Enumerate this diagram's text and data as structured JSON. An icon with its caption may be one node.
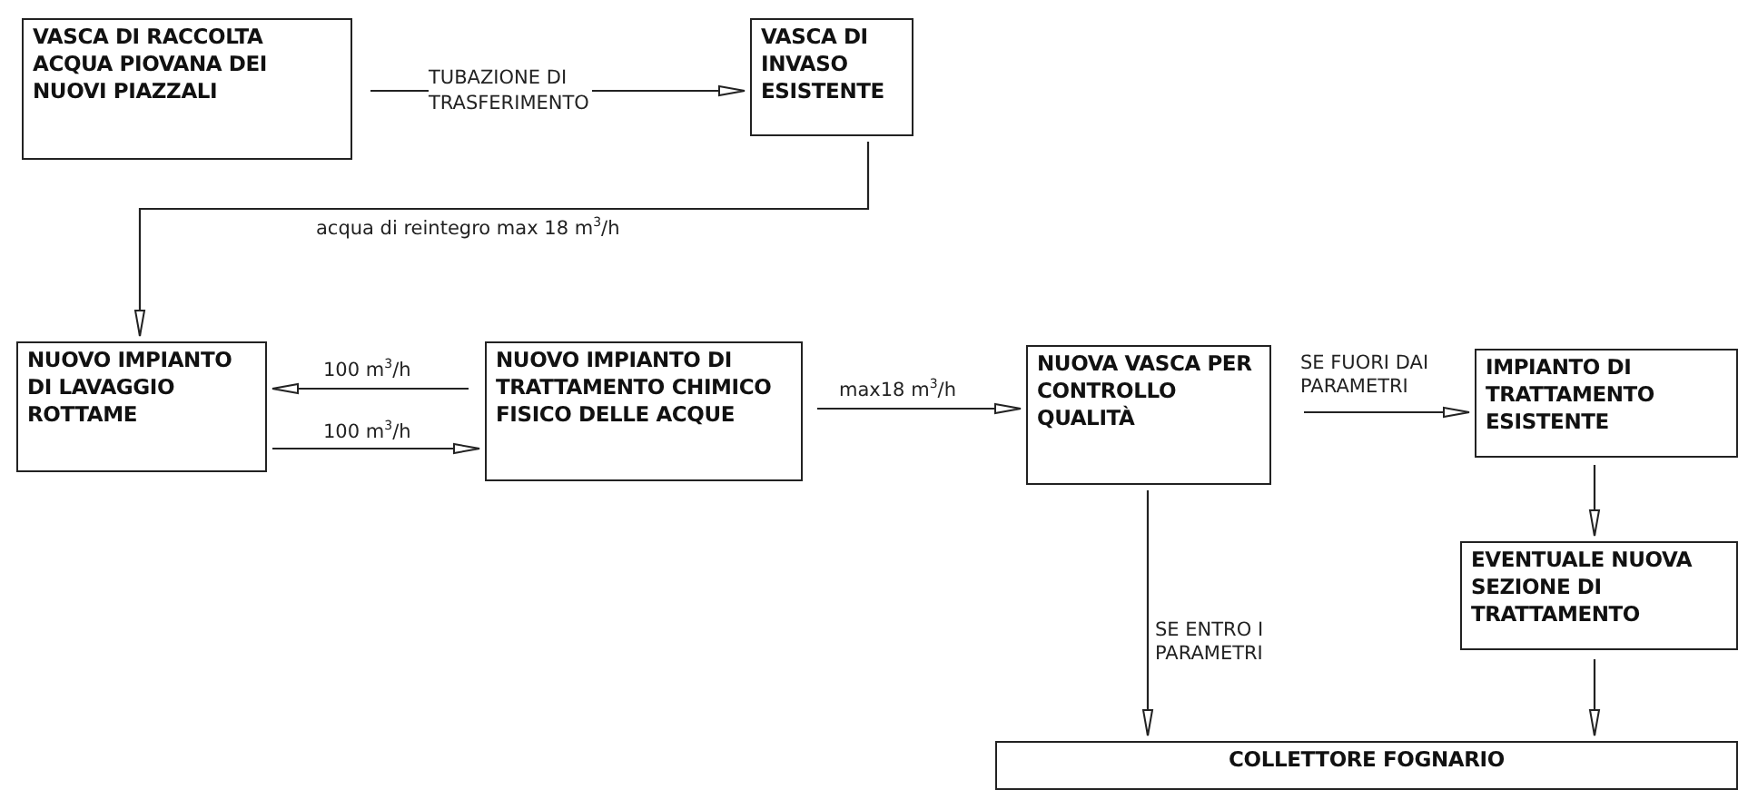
{
  "diagram": {
    "nodes": [
      {
        "text": [
          "VASCA DI RACCOLTA ACQUA PIOVANA DEI NUOVI PIAZZALI"
        ]
      },
      {
        "text": [
          "VASCA DI INVASO ESISTENTE"
        ]
      },
      {
        "text": [
          "NUOVO IMPIANTO DI LAVAGGIO ROTTAME"
        ]
      },
      {
        "text": [
          "NUOVO IMPIANTO DI TRATTAMENTO CHIMICO FISICO DELLE ACQUE"
        ]
      },
      {
        "text": [
          "NUOVA VASCA PER CONTROLLO QUALITÀ"
        ]
      },
      {
        "text": [
          "IMPIANTO DI TRATTAMENTO ESISTENTE"
        ]
      },
      {
        "text": [
          "EVENTUALE NUOVA SEZIONE DI TRATTAMENTO"
        ]
      },
      {
        "text": [
          "COLLETTORE FOGNARIO"
        ]
      }
    ],
    "edges": [
      {
        "from": 0,
        "to": 1,
        "arrow": "to",
        "label": "TUBAZIONE DI TRASFERIMENTO"
      },
      {
        "from": 1,
        "to": 2,
        "arrow": "to",
        "label": "acqua di reintegro max 18 m$^{3}$/h"
      },
      {
        "from": 3,
        "to": 2,
        "arrow": "to",
        "label": "100 m$^{3}$/h"
      },
      {
        "from": 2,
        "to": 3,
        "arrow": "to",
        "label": "100 m$^{3}$/h"
      },
      {
        "from": 3,
        "to": 4,
        "arrow": "to",
        "label": "max18 m$^{3}$/h"
      },
      {
        "from": 4,
        "to": 5,
        "arrow": "to",
        "label": "SE FUORI DAI PARAMETRI"
      },
      {
        "from": 5,
        "to": 6,
        "arrow": "to"
      },
      {
        "from": 4,
        "to": 7,
        "arrow": "to",
        "label": "SE ENTRO I PARAMETRI"
      },
      {
        "from": 6,
        "to": 7,
        "arrow": "to"
      }
    ]
  }
}
